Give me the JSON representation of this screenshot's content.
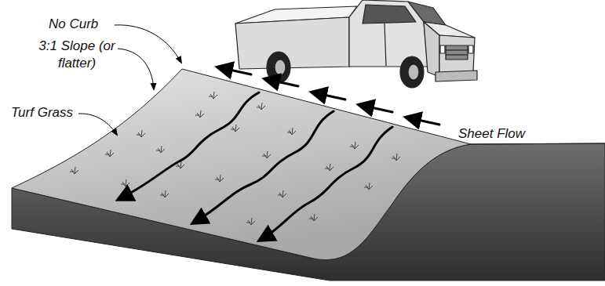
{
  "diagram": {
    "labels": [
      "No Curb",
      "3:1 Slope (or flatter)",
      "Turf Grass",
      "Sheet Flow"
    ]
  }
}
